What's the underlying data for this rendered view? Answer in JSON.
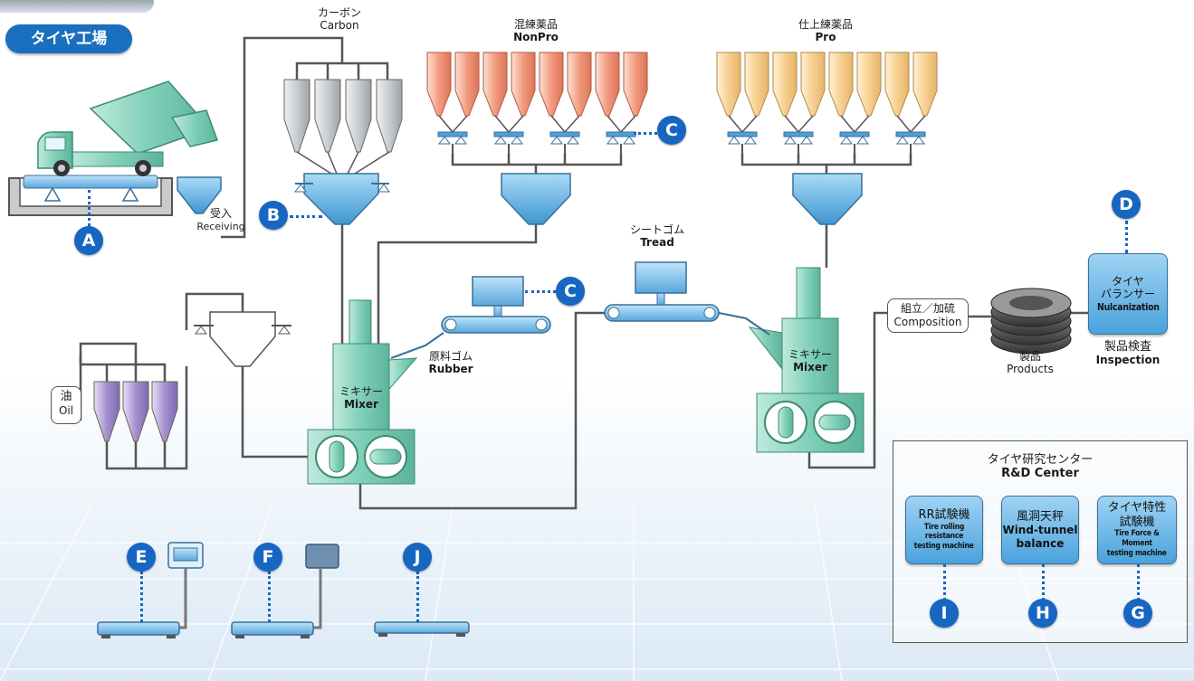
{
  "title": "タイヤ工場",
  "labels": {
    "carbon": {
      "jp": "カーボン",
      "en": "Carbon"
    },
    "nonpro": {
      "jp": "混練薬品",
      "en": "NonPro"
    },
    "pro": {
      "jp": "仕上練薬品",
      "en": "Pro"
    },
    "receiving": {
      "jp": "受入",
      "en": "Receiving"
    },
    "tread": {
      "jp": "シートゴム",
      "en": "Tread"
    },
    "rubber": {
      "jp": "原料ゴム",
      "en": "Rubber"
    },
    "mixer1": {
      "jp": "ミキサー",
      "en": "Mixer"
    },
    "mixer2": {
      "jp": "ミキサー",
      "en": "Mixer"
    },
    "oil": {
      "jp": "油",
      "en": "Oil"
    },
    "composition": {
      "jp": "組立／加硫",
      "en": "Composition"
    },
    "products": {
      "jp": "製品",
      "en": "Products"
    },
    "balancer": {
      "jp1": "タイヤ",
      "jp2": "バランサー",
      "en": "Nulcanization"
    },
    "inspection": {
      "jp": "製品検査",
      "en": "Inspection"
    }
  },
  "rd_center": {
    "title_jp": "タイヤ研究センター",
    "title_en": "R&D Center",
    "rr": {
      "jp": "RR試験機",
      "en1": "Tire rolling resistance",
      "en2": "testing machine"
    },
    "wind": {
      "jp": "風洞天秤",
      "en1": "Wind-tunnel",
      "en2": "balance"
    },
    "force": {
      "jp1": "タイヤ特性",
      "jp2": "試験機",
      "en1": "Tire Force & Moment",
      "en2": "testing machine"
    }
  },
  "markers": {
    "A": "A",
    "B": "B",
    "C1": "C",
    "C2": "C",
    "D": "D",
    "E": "E",
    "F": "F",
    "J": "J",
    "I": "I",
    "H": "H",
    "G": "G"
  },
  "colors": {
    "accent": "#1766c2",
    "hopper_blue": "#4aa2dc",
    "mixer_green": "#7fcfb8",
    "carbon_gray": "#c9cccf",
    "nonpro_salmon": "#f29a7e",
    "pro_cream": "#f7cf8f",
    "oil_purple": "#a58fce"
  }
}
